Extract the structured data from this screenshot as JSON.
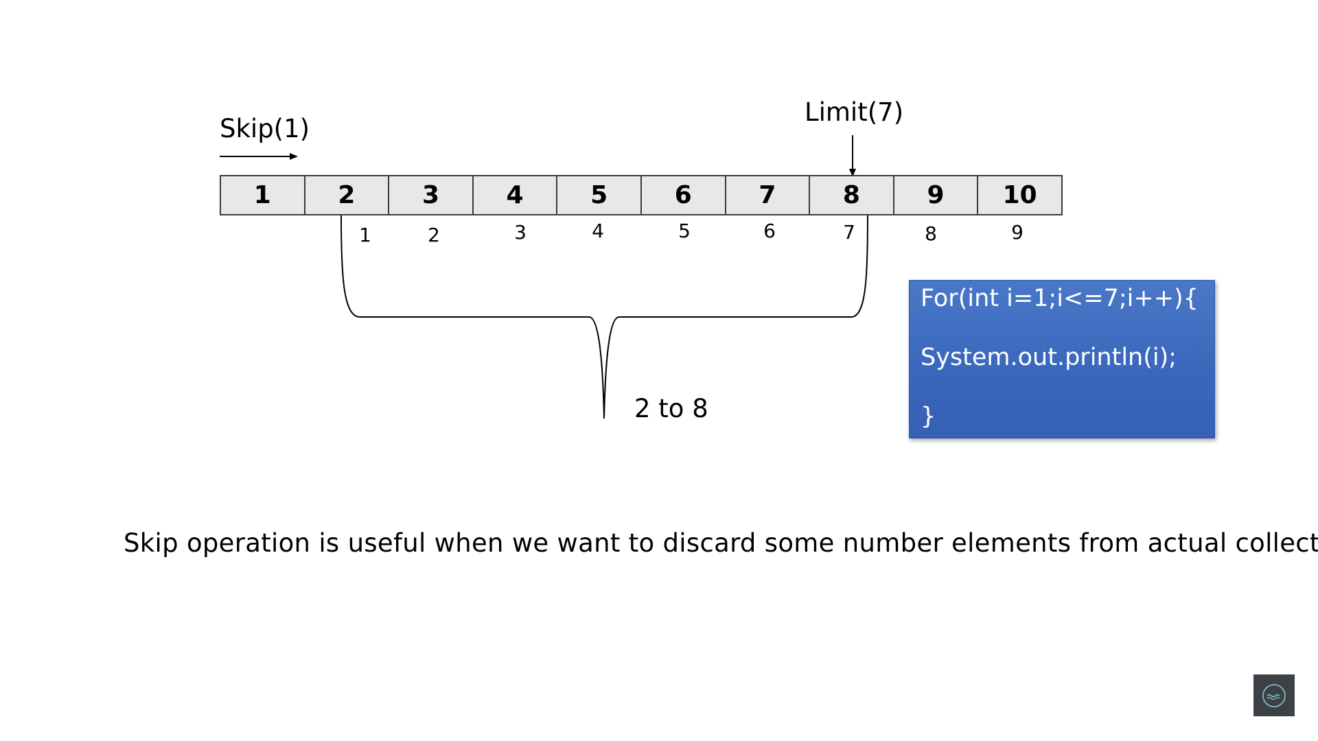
{
  "labels": {
    "skip": "Skip(1)",
    "limit": "Limit(7)",
    "range": "2 to 8"
  },
  "array": {
    "values": [
      "1",
      "2",
      "3",
      "4",
      "5",
      "6",
      "7",
      "8",
      "9",
      "10"
    ],
    "indices": [
      "1",
      "2",
      "3",
      "4",
      "5",
      "6",
      "7",
      "8",
      "9"
    ]
  },
  "code": {
    "line1": "For(int i=1;i<=7;i++){",
    "line2": "System.out.println(i);",
    "line3": "}"
  },
  "caption": "Skip operation is useful when we want to discard some number elements from actual collection.",
  "colors": {
    "code_box": "#3a66bb",
    "cell_fill": "#e8e8e8",
    "logo_badge": "#3d4145"
  },
  "icons": {
    "logo": "channel-logo-icon"
  }
}
